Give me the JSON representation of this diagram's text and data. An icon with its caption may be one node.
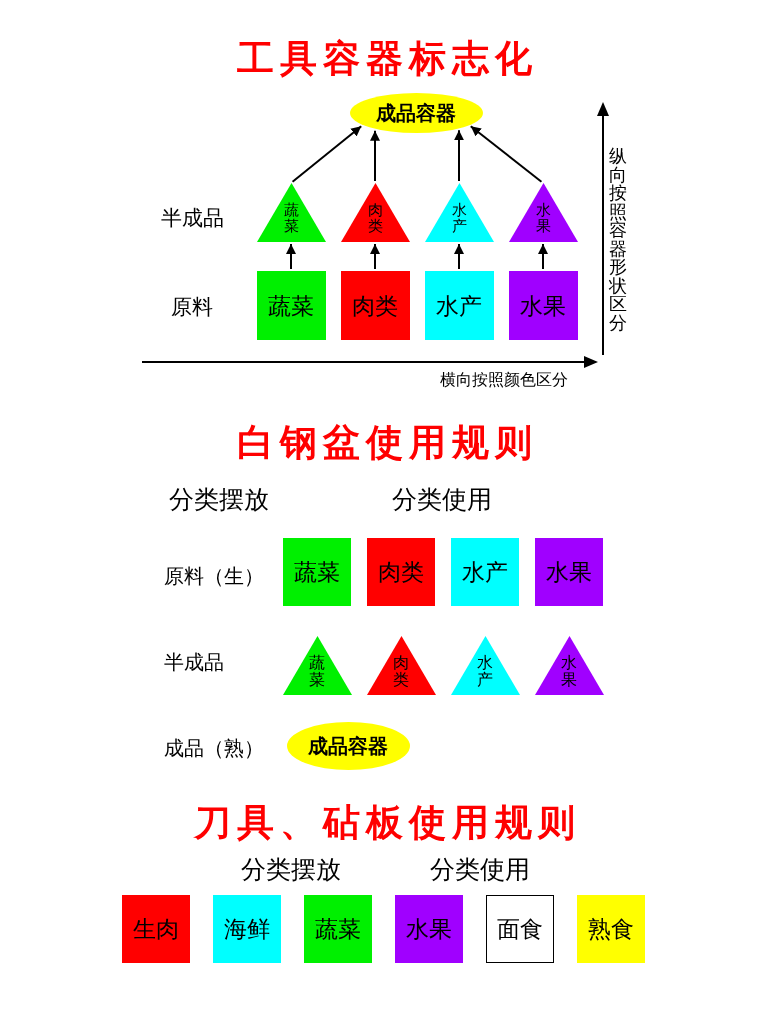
{
  "diagram": {
    "title": "工具容器标志化",
    "nodes": [
      {
        "text": [
          "成品容器"
        ]
      },
      {
        "text": [
          "蔬菜"
        ]
      },
      {
        "text": [
          "肉类"
        ]
      },
      {
        "text": [
          "水产"
        ]
      },
      {
        "text": [
          "水果"
        ]
      },
      {
        "text": [
          "蔬菜"
        ]
      },
      {
        "text": [
          "肉类"
        ]
      },
      {
        "text": [
          "水产"
        ]
      },
      {
        "text": [
          "水果"
        ]
      },
      {
        "text": [
          "蔬菜"
        ]
      },
      {
        "text": [
          "肉类"
        ]
      },
      {
        "text": [
          "水产"
        ]
      },
      {
        "text": [
          "水果"
        ]
      },
      {
        "text": [
          "蔬菜"
        ]
      },
      {
        "text": [
          "肉类"
        ]
      },
      {
        "text": [
          "水产"
        ]
      },
      {
        "text": [
          "水果"
        ]
      },
      {
        "text": [
          "成品容器"
        ]
      },
      {
        "text": [
          "生肉"
        ]
      },
      {
        "text": [
          "海鲜"
        ]
      },
      {
        "text": [
          "蔬菜"
        ]
      },
      {
        "text": [
          "水果"
        ]
      },
      {
        "text": [
          "面食"
        ]
      },
      {
        "text": [
          "熟食"
        ]
      }
    ],
    "edges": [
      {
        "from": 5,
        "to": 1,
        "arrow": "to"
      },
      {
        "from": 6,
        "to": 2,
        "arrow": "to"
      },
      {
        "from": 7,
        "to": 3,
        "arrow": "to"
      },
      {
        "from": 8,
        "to": 4,
        "arrow": "to"
      },
      {
        "from": 1,
        "to": 0,
        "arrow": "to"
      },
      {
        "from": 2,
        "to": 0,
        "arrow": "to"
      },
      {
        "from": 3,
        "to": 0,
        "arrow": "to"
      },
      {
        "from": 4,
        "to": 0,
        "arrow": "to"
      }
    ],
    "labels": [
      "纵向按照容器形状区分",
      "半成品",
      "原料",
      "横向按照颜色区分",
      "白钢盆使用规则",
      "分类摆放",
      "分类使用",
      "原料（生）",
      "半成品",
      "成品（熟）",
      "刀具、砧板使用规则",
      "分类摆放",
      "分类使用"
    ]
  }
}
